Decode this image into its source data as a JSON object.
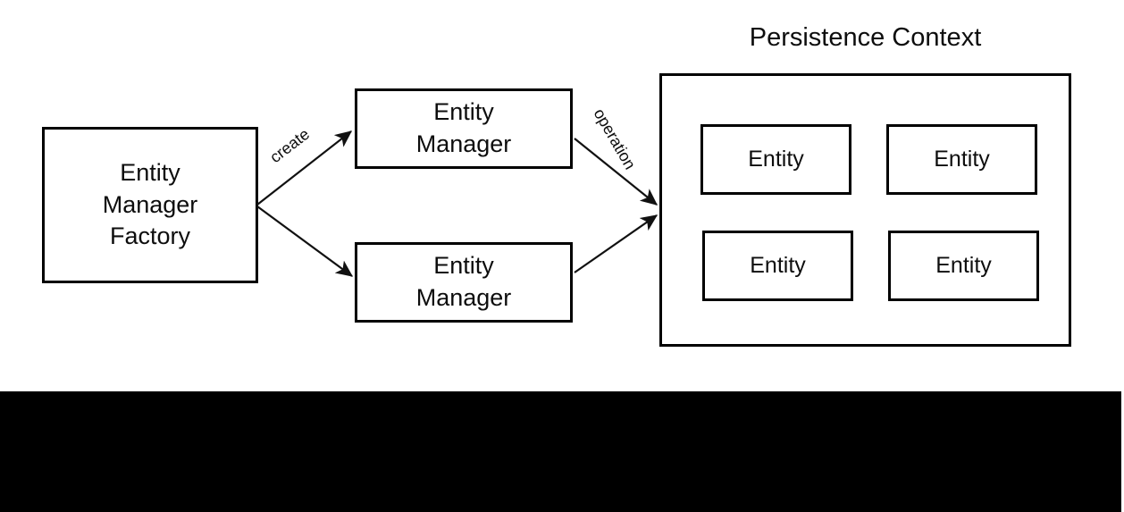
{
  "diagram": {
    "title": "Persistence Context",
    "nodes": {
      "entity_manager_factory": "Entity\nManager\nFactory",
      "entity_manager_top": "Entity\nManager",
      "entity_manager_bottom": "Entity\nManager"
    },
    "entities": [
      {
        "label": "Entity",
        "position": "top-left"
      },
      {
        "label": "Entity",
        "position": "top-right"
      },
      {
        "label": "Entity",
        "position": "bottom-left"
      },
      {
        "label": "Entity",
        "position": "bottom-right"
      }
    ],
    "edges": [
      {
        "label": "create",
        "from": "entity-manager-factory",
        "to": "entity-manager-top"
      },
      {
        "label": "",
        "from": "entity-manager-factory",
        "to": "entity-manager-bottom"
      },
      {
        "label": "operation",
        "from": "entity-manager-top",
        "to": "persistence-context"
      },
      {
        "label": "",
        "from": "entity-manager-bottom",
        "to": "persistence-context"
      }
    ],
    "colors": {
      "stroke": "#000000",
      "text": "#0d0d0d",
      "background": "#ffffff",
      "band": "#000000"
    }
  }
}
